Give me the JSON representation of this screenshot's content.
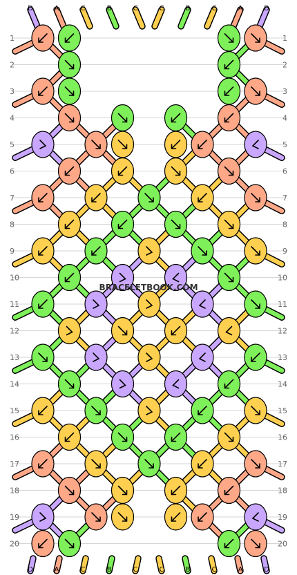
{
  "watermark": "BRACELETBOOK.COM",
  "colors": {
    "D": "#c9a7ff",
    "A": "#ffa888",
    "C": "#ffd050",
    "B": "#7ef05a"
  },
  "top_strands": [
    "D",
    "A",
    "C",
    "B",
    "C",
    "C",
    "B",
    "C",
    "A",
    "D"
  ],
  "bottom_strands": [
    "D",
    "A",
    "C",
    "B",
    "C",
    "C",
    "B",
    "C",
    "A",
    "D"
  ],
  "row_numbers": [
    1,
    2,
    3,
    4,
    5,
    6,
    7,
    8,
    9,
    10,
    11,
    12,
    13,
    14,
    15,
    16,
    17,
    18,
    19,
    20
  ],
  "knots": [
    [
      {
        "c": "A",
        "d": "bl"
      },
      {
        "c": "B",
        "d": "bl"
      },
      {
        "c": "B",
        "d": "br"
      },
      {
        "c": "A",
        "d": "br"
      }
    ],
    [
      {
        "c": "B",
        "d": "br"
      },
      {
        "c": "B",
        "d": "bl"
      }
    ],
    [
      {
        "c": "A",
        "d": "bl"
      },
      {
        "c": "B",
        "d": "br"
      },
      {
        "c": "B",
        "d": "bl"
      },
      {
        "c": "A",
        "d": "br"
      }
    ],
    [
      {
        "c": "A",
        "d": "br"
      },
      {
        "c": "B",
        "d": "br"
      },
      {
        "c": "B",
        "d": "bl"
      },
      {
        "c": "A",
        "d": "bl"
      }
    ],
    [
      {
        "c": "D",
        "d": "rb"
      },
      {
        "c": "A",
        "d": "br"
      },
      {
        "c": "C",
        "d": "br"
      },
      {
        "c": "C",
        "d": "bl"
      },
      {
        "c": "A",
        "d": "bl"
      },
      {
        "c": "D",
        "d": "lb"
      }
    ],
    [
      {
        "c": "A",
        "d": "bl"
      },
      {
        "c": "C",
        "d": "bl"
      },
      {
        "c": "C",
        "d": "br"
      },
      {
        "c": "A",
        "d": "br"
      }
    ],
    [
      {
        "c": "A",
        "d": "bl"
      },
      {
        "c": "C",
        "d": "bl"
      },
      {
        "c": "B",
        "d": "br"
      },
      {
        "c": "C",
        "d": "bl"
      },
      {
        "c": "A",
        "d": "br"
      }
    ],
    [
      {
        "c": "C",
        "d": "bl"
      },
      {
        "c": "B",
        "d": "bl"
      },
      {
        "c": "B",
        "d": "br"
      },
      {
        "c": "C",
        "d": "br"
      }
    ],
    [
      {
        "c": "C",
        "d": "bl"
      },
      {
        "c": "B",
        "d": "bl"
      },
      {
        "c": "C",
        "d": "rb"
      },
      {
        "c": "B",
        "d": "br"
      },
      {
        "c": "C",
        "d": "br"
      }
    ],
    [
      {
        "c": "B",
        "d": "bl"
      },
      {
        "c": "D",
        "d": "rb"
      },
      {
        "c": "D",
        "d": "lb"
      },
      {
        "c": "B",
        "d": "br"
      }
    ],
    [
      {
        "c": "B",
        "d": "bl"
      },
      {
        "c": "D",
        "d": "rb"
      },
      {
        "c": "C",
        "d": "rb"
      },
      {
        "c": "D",
        "d": "lb"
      },
      {
        "c": "B",
        "d": "br"
      }
    ],
    [
      {
        "c": "C",
        "d": "rb"
      },
      {
        "c": "C",
        "d": "br"
      },
      {
        "c": "C",
        "d": "bl"
      },
      {
        "c": "C",
        "d": "lb"
      }
    ],
    [
      {
        "c": "B",
        "d": "br"
      },
      {
        "c": "D",
        "d": "rb"
      },
      {
        "c": "C",
        "d": "rb"
      },
      {
        "c": "D",
        "d": "lb"
      },
      {
        "c": "B",
        "d": "bl"
      }
    ],
    [
      {
        "c": "B",
        "d": "br"
      },
      {
        "c": "D",
        "d": "rb"
      },
      {
        "c": "D",
        "d": "lb"
      },
      {
        "c": "B",
        "d": "bl"
      }
    ],
    [
      {
        "c": "C",
        "d": "bl"
      },
      {
        "c": "B",
        "d": "br"
      },
      {
        "c": "C",
        "d": "rb"
      },
      {
        "c": "B",
        "d": "bl"
      },
      {
        "c": "C",
        "d": "br"
      }
    ],
    [
      {
        "c": "C",
        "d": "bl"
      },
      {
        "c": "B",
        "d": "br"
      },
      {
        "c": "B",
        "d": "bl"
      },
      {
        "c": "C",
        "d": "br"
      }
    ],
    [
      {
        "c": "A",
        "d": "bl"
      },
      {
        "c": "C",
        "d": "br"
      },
      {
        "c": "B",
        "d": "br"
      },
      {
        "c": "C",
        "d": "bl"
      },
      {
        "c": "A",
        "d": "br"
      }
    ],
    [
      {
        "c": "A",
        "d": "br"
      },
      {
        "c": "C",
        "d": "br"
      },
      {
        "c": "C",
        "d": "bl"
      },
      {
        "c": "A",
        "d": "bl"
      }
    ],
    [
      {
        "c": "D",
        "d": "rb"
      },
      {
        "c": "A",
        "d": "br"
      },
      {
        "c": "C",
        "d": "br"
      },
      {
        "c": "C",
        "d": "bl"
      },
      {
        "c": "A",
        "d": "bl"
      },
      {
        "c": "D",
        "d": "lb"
      }
    ],
    [
      {
        "c": "A",
        "d": "bl"
      },
      {
        "c": "B",
        "d": "br"
      },
      {
        "c": "B",
        "d": "bl"
      },
      {
        "c": "A",
        "d": "br"
      }
    ]
  ]
}
